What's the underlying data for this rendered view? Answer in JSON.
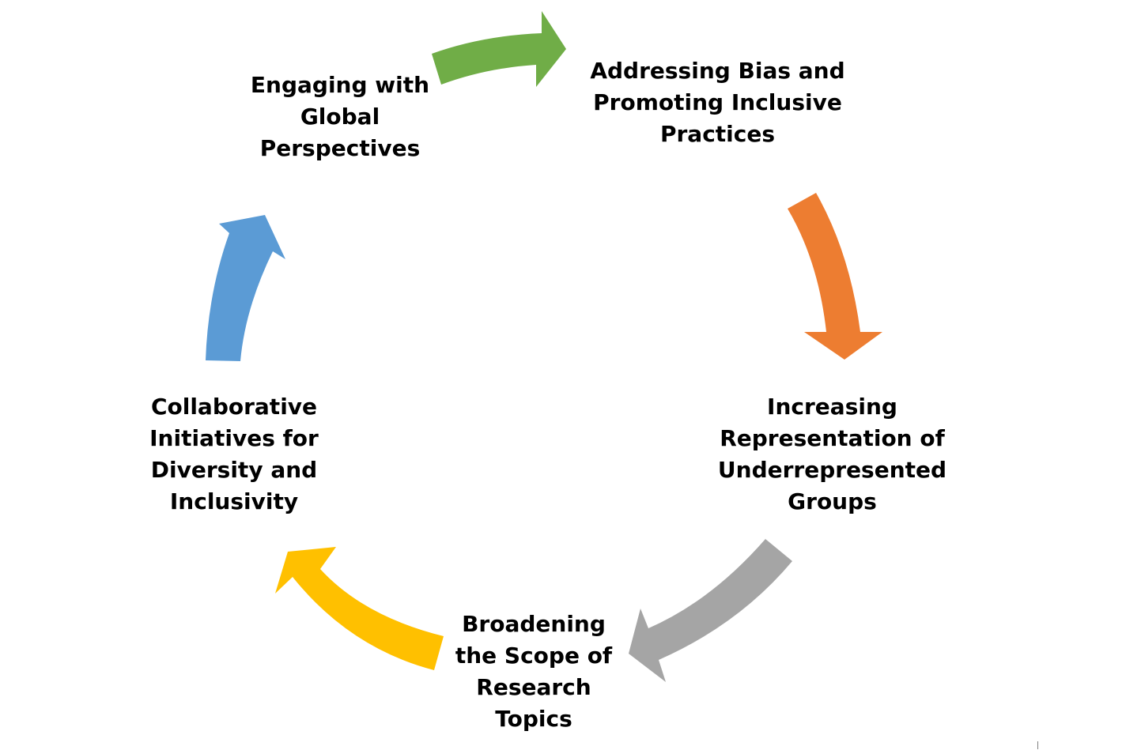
{
  "diagram": {
    "type": "cycle",
    "nodes": [
      {
        "id": "global-perspectives",
        "lines": [
          "Engaging with",
          "Global",
          "Perspectives"
        ]
      },
      {
        "id": "addressing-bias",
        "lines": [
          "Addressing Bias and",
          "Promoting Inclusive",
          "Practices"
        ]
      },
      {
        "id": "underrepresented-groups",
        "lines": [
          "Increasing",
          "Representation of",
          "Underrepresented",
          "Groups"
        ]
      },
      {
        "id": "research-topics",
        "lines": [
          "Broadening",
          "the Scope of",
          "Research",
          "Topics"
        ]
      },
      {
        "id": "collaborative-initiatives",
        "lines": [
          "Collaborative",
          "Initiatives for",
          "Diversity and",
          "Inclusivity"
        ]
      }
    ],
    "arrows": [
      {
        "from": "global-perspectives",
        "to": "addressing-bias",
        "color": "#70AD47"
      },
      {
        "from": "addressing-bias",
        "to": "underrepresented-groups",
        "color": "#ED7D31"
      },
      {
        "from": "underrepresented-groups",
        "to": "research-topics",
        "color": "#A5A5A5"
      },
      {
        "from": "research-topics",
        "to": "collaborative-initiatives",
        "color": "#FFC000"
      },
      {
        "from": "collaborative-initiatives",
        "to": "global-perspectives",
        "color": "#5B9BD5"
      }
    ]
  }
}
